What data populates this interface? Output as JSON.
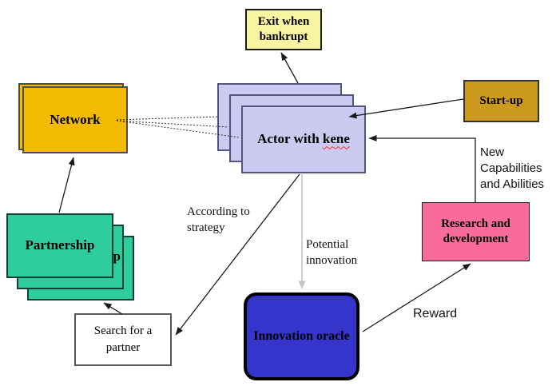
{
  "diagram": {
    "title": "agent-based innovation model diagram",
    "nodes": {
      "exit": {
        "label": "Exit when\nbankrupt",
        "fill": "#F8F4A2"
      },
      "network": {
        "label": "Network",
        "fill": "#F3BA02",
        "stacked_copies": 2
      },
      "actor": {
        "label_prefix": "Actor with ",
        "misspelled_word": "kene",
        "fill": "#CBCBF1",
        "stacked_copies": 3
      },
      "startup": {
        "label": "Start-up",
        "fill": "#CB991E"
      },
      "rnd": {
        "label": "Research and\ndevelopment",
        "fill": "#FA6B9D"
      },
      "partnership": {
        "label": "Partnership",
        "fill": "#2FCC9C",
        "stacked_copies": 3
      },
      "search": {
        "label": "Search for a\npartner",
        "fill": "#FFFFFF"
      },
      "oracle": {
        "label": "Innovation oracle",
        "fill": "#3534CB"
      }
    },
    "edge_labels": {
      "according": "According to\nstrategy",
      "potential": "Potential\ninnovation",
      "new_capabilities": "New\nCapabilities\nand Abilities",
      "reward": "Reward"
    },
    "edges": [
      {
        "from": "actor",
        "to": "exit",
        "style": "solid-arrow"
      },
      {
        "from": "startup",
        "to": "actor",
        "style": "solid-arrow"
      },
      {
        "from": "rnd",
        "to": "actor",
        "style": "elbow-arrow",
        "label": "New Capabilities and Abilities"
      },
      {
        "from": "oracle",
        "to": "rnd",
        "style": "solid-arrow",
        "label": "Reward"
      },
      {
        "from": "actor",
        "to": "search",
        "style": "solid-arrow",
        "label": "According to strategy"
      },
      {
        "from": "actor",
        "to": "oracle",
        "style": "gray-arrow",
        "label": "Potential innovation"
      },
      {
        "from": "search",
        "to": "partnership",
        "style": "solid-arrow"
      },
      {
        "from": "partnership",
        "to": "network",
        "style": "solid-arrow"
      },
      {
        "from": "network",
        "to": "actor",
        "style": "dotted",
        "count": 3
      }
    ],
    "colors": {
      "background": "#FFFFFF",
      "edge": "#1A1A1A",
      "edge_muted": "#C2C2C2",
      "misspell_underline": "#FF2A2A",
      "actor_border": "#55557D",
      "partnership_border": "#0A4336"
    }
  }
}
